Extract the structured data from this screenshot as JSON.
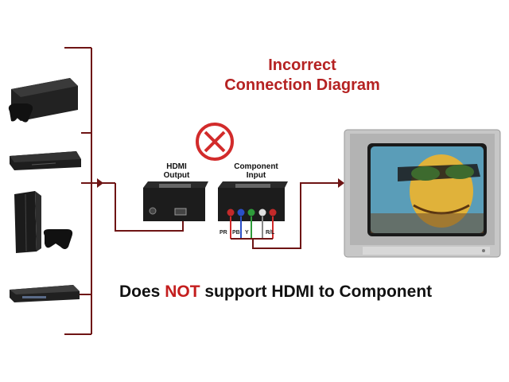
{
  "title": {
    "line1": "Incorrect",
    "line2": "Connection Diagram"
  },
  "labels": {
    "hdmi_output": [
      "HDMI",
      "Output"
    ],
    "component_input": [
      "Component",
      "Input"
    ]
  },
  "jack_labels": [
    "PR",
    "PB",
    "Y",
    "R/L"
  ],
  "footer": {
    "before": "Does ",
    "emphasis": "NOT",
    "after": " support HDMI to Component"
  },
  "icons": {
    "prohibited": "x-circle-icon"
  },
  "colors": {
    "title": "#b52222",
    "wire": "#6e1414",
    "prohibit": "#d22b2b",
    "not_emphasis": "#c41e1e",
    "cable_red": "#d22b2b",
    "cable_blue": "#2a4fc8",
    "cable_green": "#2e9b3a"
  }
}
